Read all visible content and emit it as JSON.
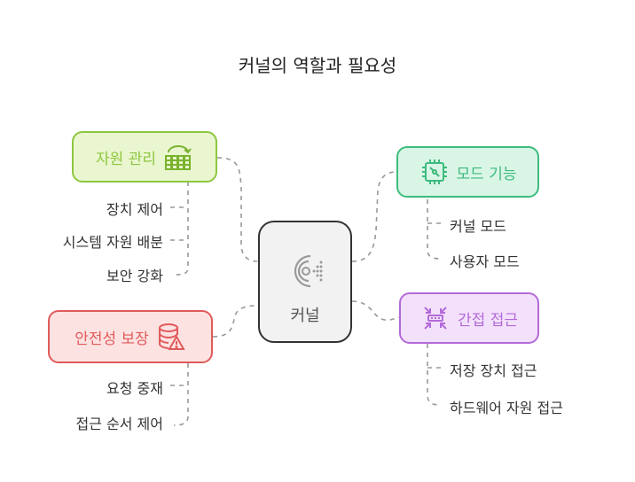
{
  "title": "커널의 역할과 필요성",
  "center": {
    "label": "커널",
    "icon": "kernel-c-icon"
  },
  "nodes": {
    "resource": {
      "label": "자원 관리",
      "icon": "resource-grid-icon",
      "color": "#8dc63f",
      "bg": "#eaf6cf",
      "items": [
        "장치 제어",
        "시스템 자원 배분",
        "보안 강화"
      ]
    },
    "stability": {
      "label": "안전성 보장",
      "icon": "database-warning-icon",
      "color": "#e05a5a",
      "bg": "#fde2e2",
      "items": [
        "요청 중재",
        "접근 순서 제어"
      ]
    },
    "mode": {
      "label": "모드 기능",
      "icon": "chip-icon",
      "color": "#3dbb7d",
      "bg": "#d9f5e6",
      "items": [
        "커널 모드",
        "사용자 모드"
      ]
    },
    "indirect": {
      "label": "간접 접근",
      "icon": "compress-icon",
      "color": "#b36ad8",
      "bg": "#f3e1fb",
      "items": [
        "저장 장치 접근",
        "하드웨어 자원 접근"
      ]
    }
  }
}
